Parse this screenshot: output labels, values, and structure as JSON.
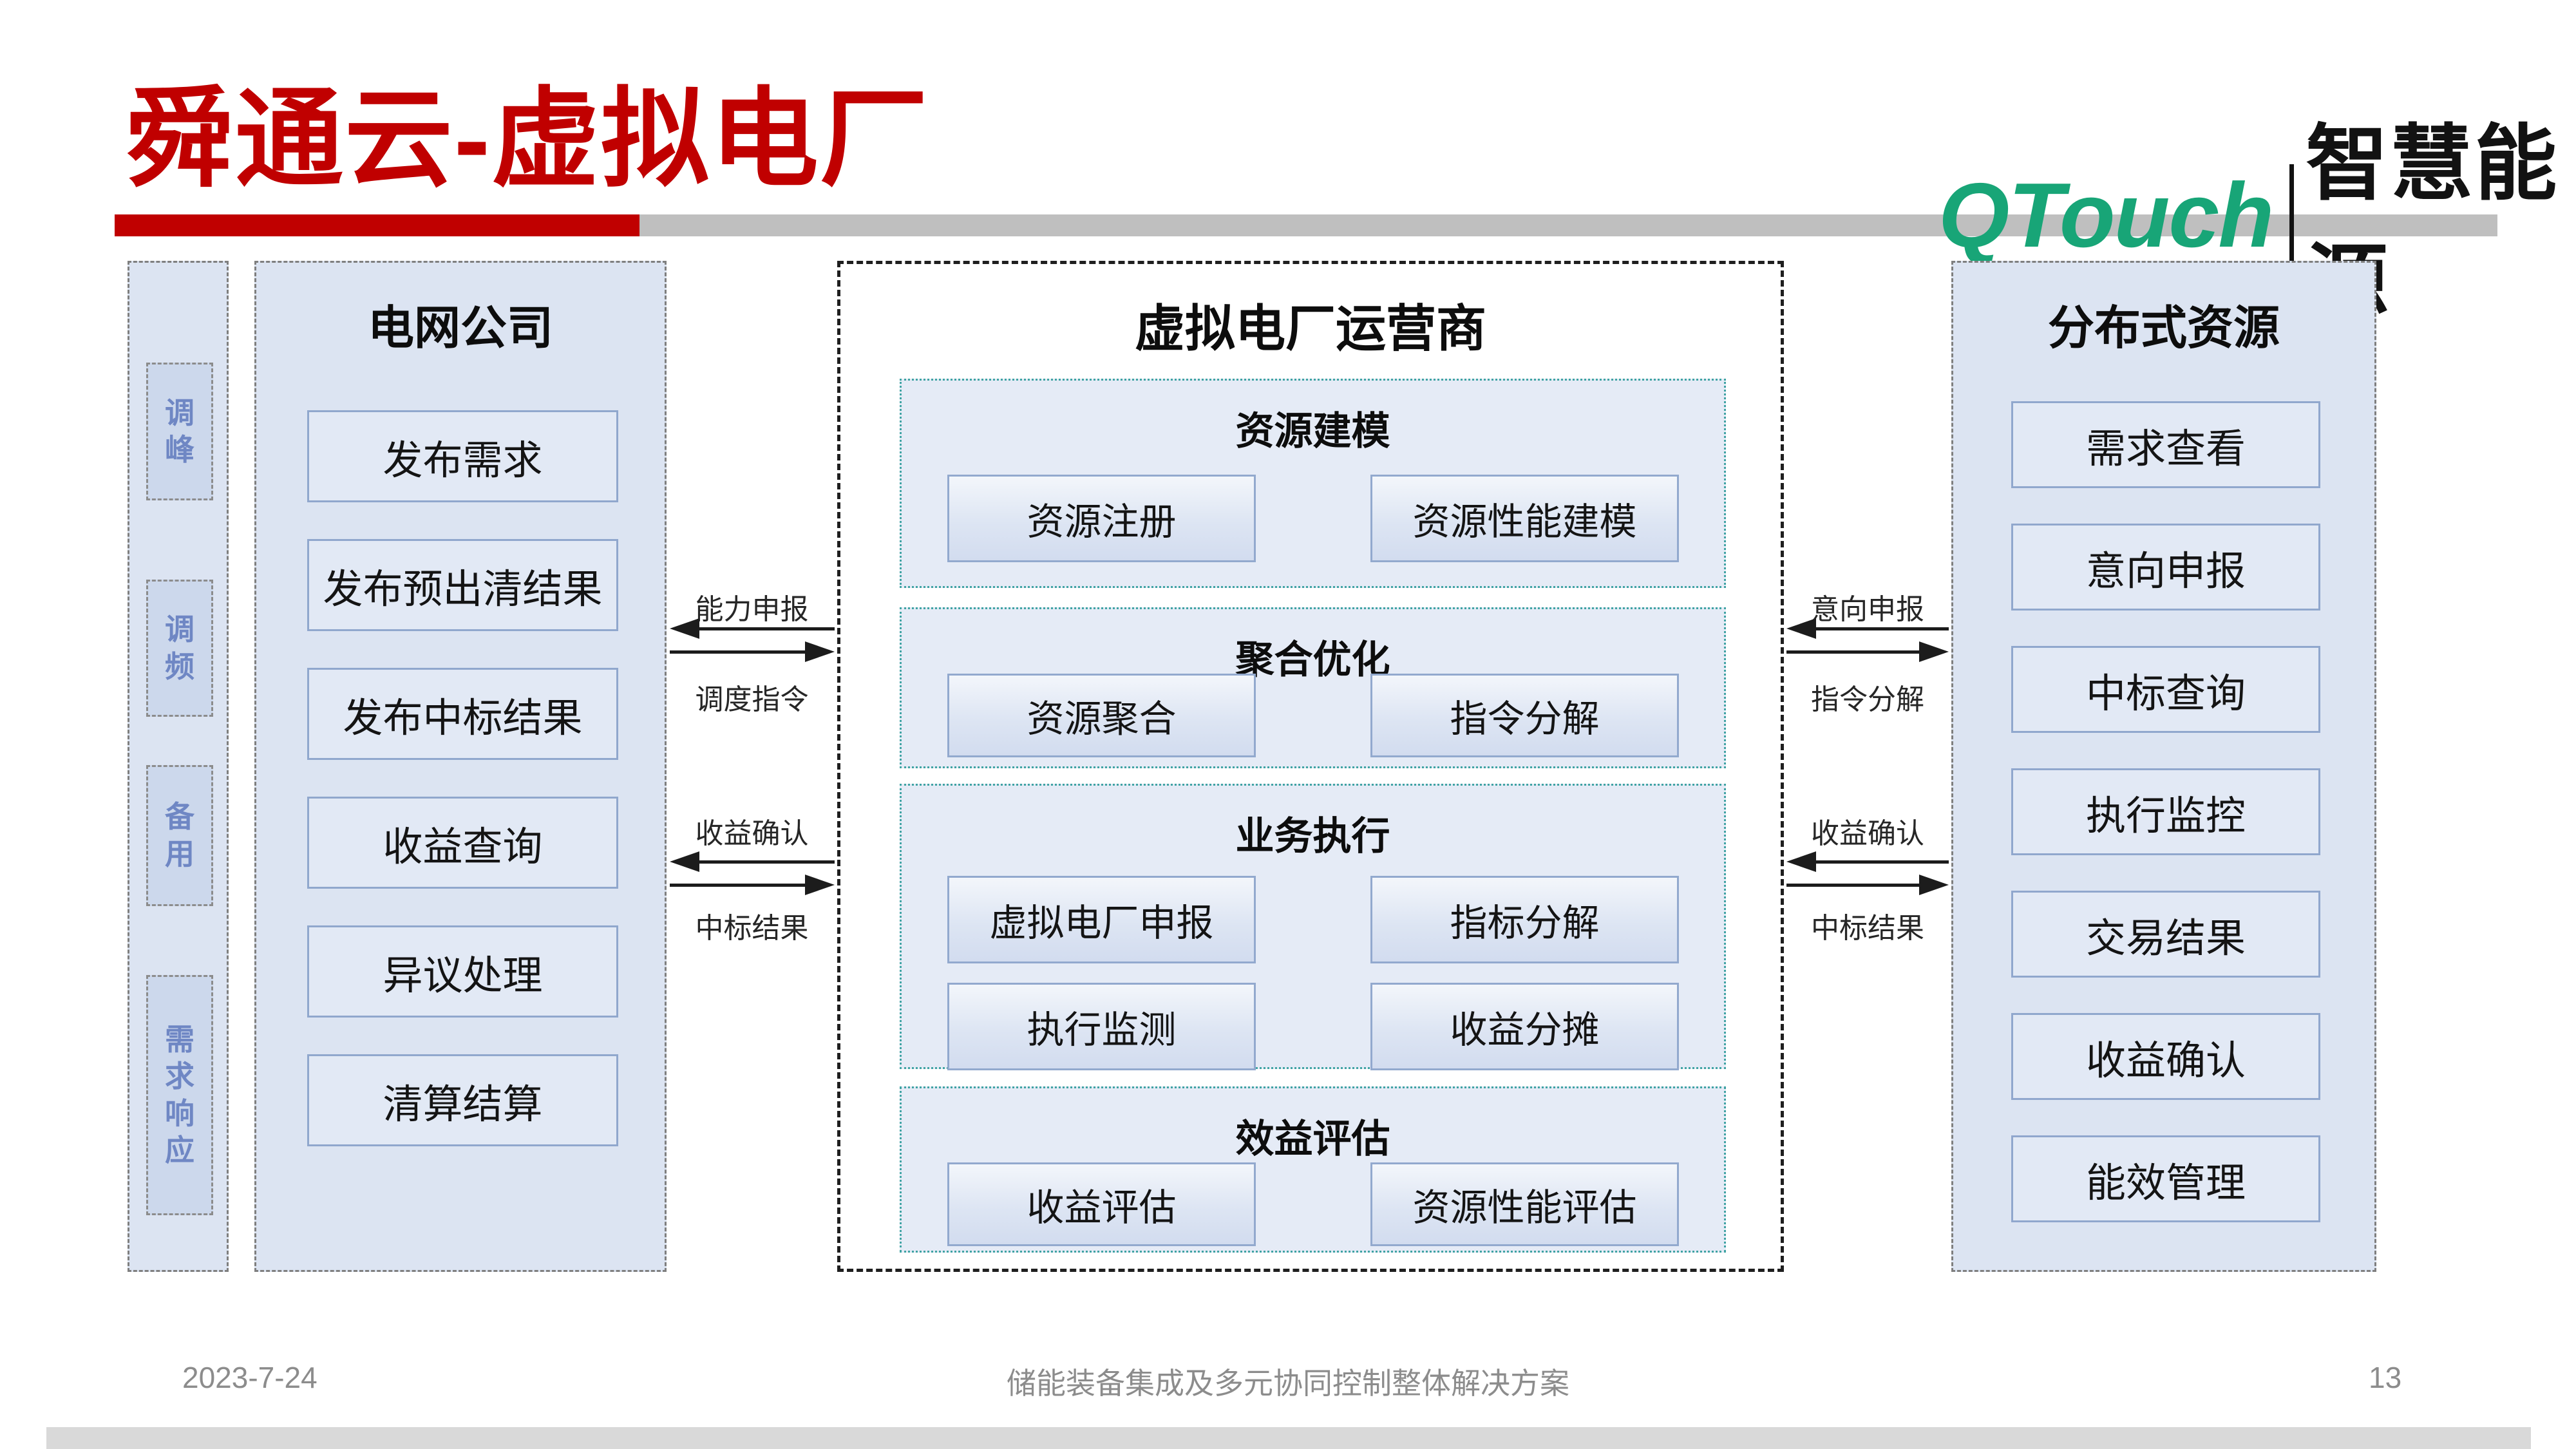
{
  "slide": {
    "title": "舜通云-虚拟电厂",
    "logo": {
      "brand": "QTouch",
      "suffix": "智慧能源"
    },
    "footer": {
      "date": "2023-7-24",
      "caption": "储能装备集成及多元协同控制整体解决方案",
      "page_number": "13"
    }
  },
  "colors": {
    "title_red": "#C00000",
    "underline_gray": "#BFBFBF",
    "brand_green": "#18A577",
    "panel_fill": "#DCE4F2",
    "item_border": "#90A7CD",
    "section_border_teal": "#3FA3A3",
    "sidebar_text_blue": "#6F87C4",
    "footer_gray": "#8C8C8C"
  },
  "diagram": {
    "sidebar": {
      "items": [
        "调峰",
        "调频",
        "备用",
        "需求响应"
      ]
    },
    "grid_company": {
      "title": "电网公司",
      "items": [
        "发布需求",
        "发布预出清结果",
        "发布中标结果",
        "收益查询",
        "异议处理",
        "清算结算"
      ]
    },
    "vpp_operator": {
      "title": "虚拟电厂运营商",
      "sections": [
        {
          "title": "资源建模",
          "items": [
            "资源注册",
            "资源性能建模"
          ]
        },
        {
          "title": "聚合优化",
          "items": [
            "资源聚合",
            "指令分解"
          ]
        },
        {
          "title": "业务执行",
          "items": [
            "虚拟电厂申报",
            "指标分解",
            "执行监测",
            "收益分摊"
          ]
        },
        {
          "title": "效益评估",
          "items": [
            "收益评估",
            "资源性能评估"
          ]
        }
      ]
    },
    "distributed_resources": {
      "title": "分布式资源",
      "items": [
        "需求查看",
        "意向申报",
        "中标查询",
        "执行监控",
        "交易结果",
        "收益确认",
        "能效管理"
      ]
    },
    "left_links": [
      {
        "top": "能力申报",
        "bottom": "调度指令"
      },
      {
        "top": "收益确认",
        "bottom": "中标结果"
      }
    ],
    "right_links": [
      {
        "top": "意向申报",
        "bottom": "指令分解"
      },
      {
        "top": "收益确认",
        "bottom": "中标结果"
      }
    ]
  }
}
